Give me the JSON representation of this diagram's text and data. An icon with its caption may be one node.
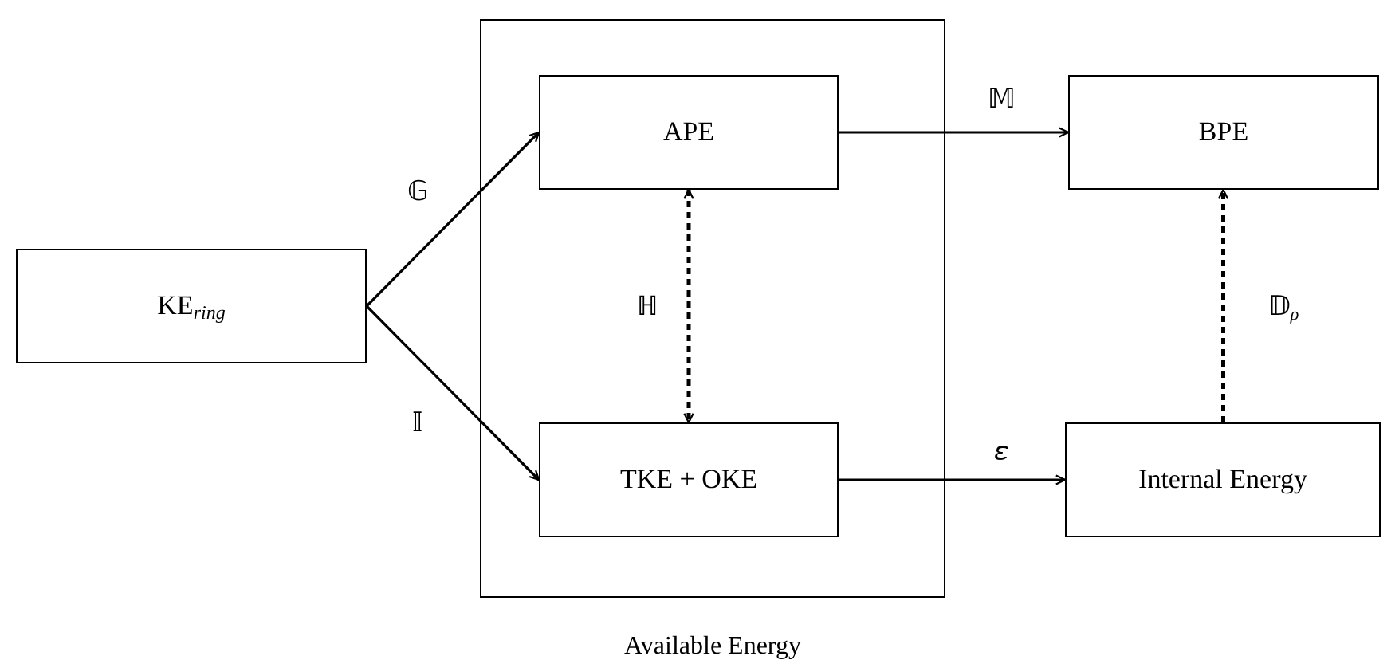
{
  "diagram": {
    "nodes": [
      {
        "text": [
          "KE$_{ring}$"
        ]
      },
      {
        "text": [
          "Available Energy"
        ]
      },
      {
        "text": [
          "APE"
        ],
        "in": 1
      },
      {
        "text": [
          "TKE + OKE"
        ],
        "in": 1
      },
      {
        "text": [
          "BPE"
        ]
      },
      {
        "text": [
          "Internal Energy"
        ]
      }
    ],
    "edges": [
      {
        "from": 0,
        "to": 2,
        "arrow": "to",
        "label": "𝔾"
      },
      {
        "from": 0,
        "to": 3,
        "arrow": "to",
        "label": "𝕀"
      },
      {
        "from": 2,
        "to": 3,
        "arrow": "both",
        "label": "ℍ",
        "style": "dashed"
      },
      {
        "from": 2,
        "to": 4,
        "arrow": "to",
        "label": "𝕄"
      },
      {
        "from": 3,
        "to": 5,
        "arrow": "to",
        "label": "𝜀"
      },
      {
        "from": 5,
        "to": 4,
        "arrow": "to",
        "label": "𝔻$_{ρ}$",
        "style": "dashed"
      }
    ]
  }
}
